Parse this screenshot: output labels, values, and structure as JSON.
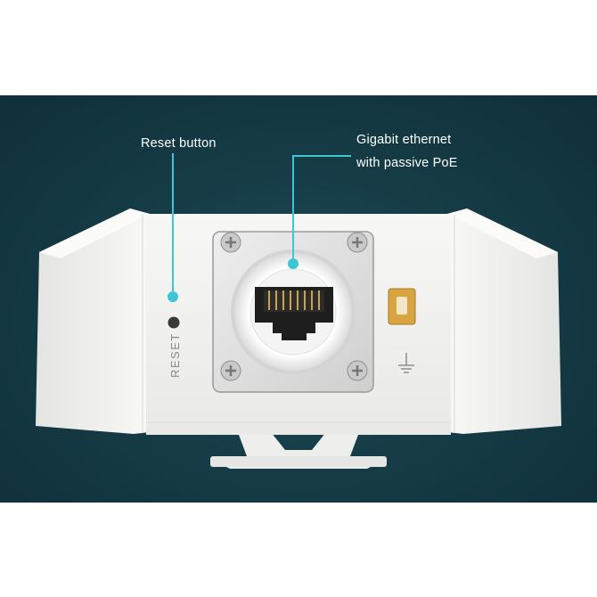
{
  "callouts": {
    "reset_label": "Reset button",
    "ethernet_line1": "Gigabit ethernet",
    "ethernet_line2": "with passive PoE"
  },
  "device": {
    "reset_text": "RESET"
  },
  "colors": {
    "background": "#163d47",
    "callout_line": "#3fc6d4",
    "device_body": "#f2f2f0"
  }
}
